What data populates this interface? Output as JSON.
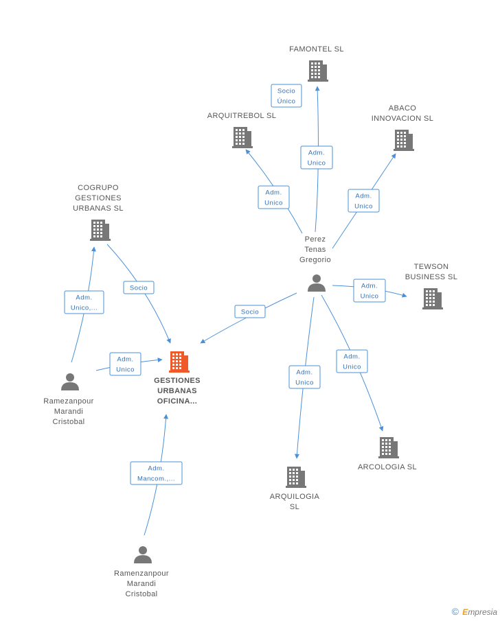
{
  "colors": {
    "edge": "#4a90d9",
    "edge_text": "#2f6fb5",
    "company_icon": "#777777",
    "center_icon": "#ef5a2a",
    "person_icon": "#777777",
    "label": "#555555"
  },
  "nodes": [
    {
      "id": "center",
      "type": "company",
      "highlight": true,
      "label_lines": [
        "GESTIONES",
        "URBANAS",
        "OFICINA..."
      ]
    },
    {
      "id": "famontel",
      "type": "company",
      "label_lines": [
        "FAMONTEL SL"
      ]
    },
    {
      "id": "arquitrebol",
      "type": "company",
      "label_lines": [
        "ARQUITREBOL SL"
      ]
    },
    {
      "id": "abaco",
      "type": "company",
      "label_lines": [
        "ABACO",
        "INNOVACION SL"
      ]
    },
    {
      "id": "cogrupo",
      "type": "company",
      "label_lines": [
        "COGRUPO",
        "GESTIONES",
        "URBANAS SL"
      ]
    },
    {
      "id": "tewson",
      "type": "company",
      "label_lines": [
        "TEWSON",
        "BUSINESS SL"
      ]
    },
    {
      "id": "arcologia",
      "type": "company",
      "label_lines": [
        "ARCOLOGIA SL"
      ]
    },
    {
      "id": "arquilogia",
      "type": "company",
      "label_lines": [
        "ARQUILOGIA",
        "SL"
      ]
    },
    {
      "id": "perez",
      "type": "person",
      "label_lines": [
        "Perez",
        "Tenas",
        "Gregorio"
      ]
    },
    {
      "id": "ramez1",
      "type": "person",
      "label_lines": [
        "Ramezanpour",
        "Marandi",
        "Cristobal"
      ]
    },
    {
      "id": "ramez2",
      "type": "person",
      "label_lines": [
        "Ramenzanpour",
        "Marandi",
        "Cristobal"
      ]
    }
  ],
  "edges": [
    {
      "from": "perez",
      "to": "famontel",
      "label_lines": [
        "Adm.",
        "Unico"
      ]
    },
    {
      "from": "perez",
      "to": "famontel",
      "label_lines": [
        "Socio",
        "Único"
      ]
    },
    {
      "from": "perez",
      "to": "arquitrebol",
      "label_lines": [
        "Adm.",
        "Unico"
      ]
    },
    {
      "from": "perez",
      "to": "abaco",
      "label_lines": [
        "Adm.",
        "Unico"
      ]
    },
    {
      "from": "perez",
      "to": "tewson",
      "label_lines": [
        "Adm.",
        "Unico"
      ]
    },
    {
      "from": "perez",
      "to": "arcologia",
      "label_lines": [
        "Adm.",
        "Unico"
      ]
    },
    {
      "from": "perez",
      "to": "arquilogia",
      "label_lines": [
        "Adm.",
        "Unico"
      ]
    },
    {
      "from": "perez",
      "to": "center",
      "label_lines": [
        "Socio"
      ]
    },
    {
      "from": "ramez1",
      "to": "cogrupo",
      "label_lines": [
        "Adm.",
        "Unico,..."
      ]
    },
    {
      "from": "cogrupo",
      "to": "center",
      "label_lines": [
        "Socio"
      ]
    },
    {
      "from": "ramez1",
      "to": "center",
      "label_lines": [
        "Adm.",
        "Unico"
      ]
    },
    {
      "from": "ramez2",
      "to": "center",
      "label_lines": [
        "Adm.",
        "Mancom.,..."
      ]
    }
  ],
  "footer": {
    "copyright_symbol": "©",
    "brand_initial": "E",
    "brand_rest": "mpresia"
  }
}
